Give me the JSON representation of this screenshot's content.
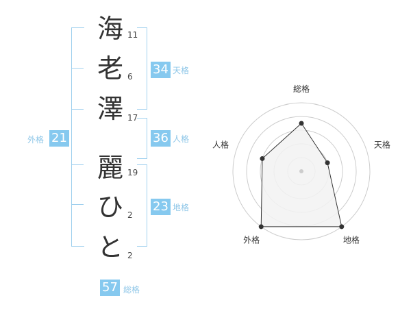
{
  "name": {
    "chars": [
      {
        "char": "海",
        "strokes": "11"
      },
      {
        "char": "老",
        "strokes": "6"
      },
      {
        "char": "澤",
        "strokes": "17"
      },
      {
        "char": "麗",
        "strokes": "19"
      },
      {
        "char": "ひ",
        "strokes": "2"
      },
      {
        "char": "と",
        "strokes": "2"
      }
    ]
  },
  "kaku": {
    "tenkaku": {
      "value": "34",
      "label": "天格"
    },
    "jinkaku": {
      "value": "36",
      "label": "人格"
    },
    "chikaku": {
      "value": "23",
      "label": "地格"
    },
    "gaikaku": {
      "value": "21",
      "label": "外格"
    },
    "soukaku": {
      "value": "57",
      "label": "総格"
    }
  },
  "chart_data": {
    "type": "radar",
    "axes": [
      "総格",
      "天格",
      "地格",
      "外格",
      "人格"
    ],
    "values": [
      3.5,
      2.0,
      5.0,
      5.0,
      3.0
    ],
    "max": 5,
    "rings": 5,
    "colors": {
      "line": "#333333",
      "fill": "#f2f2f2",
      "grid": "#cccccc",
      "center": "#cccccc"
    }
  }
}
